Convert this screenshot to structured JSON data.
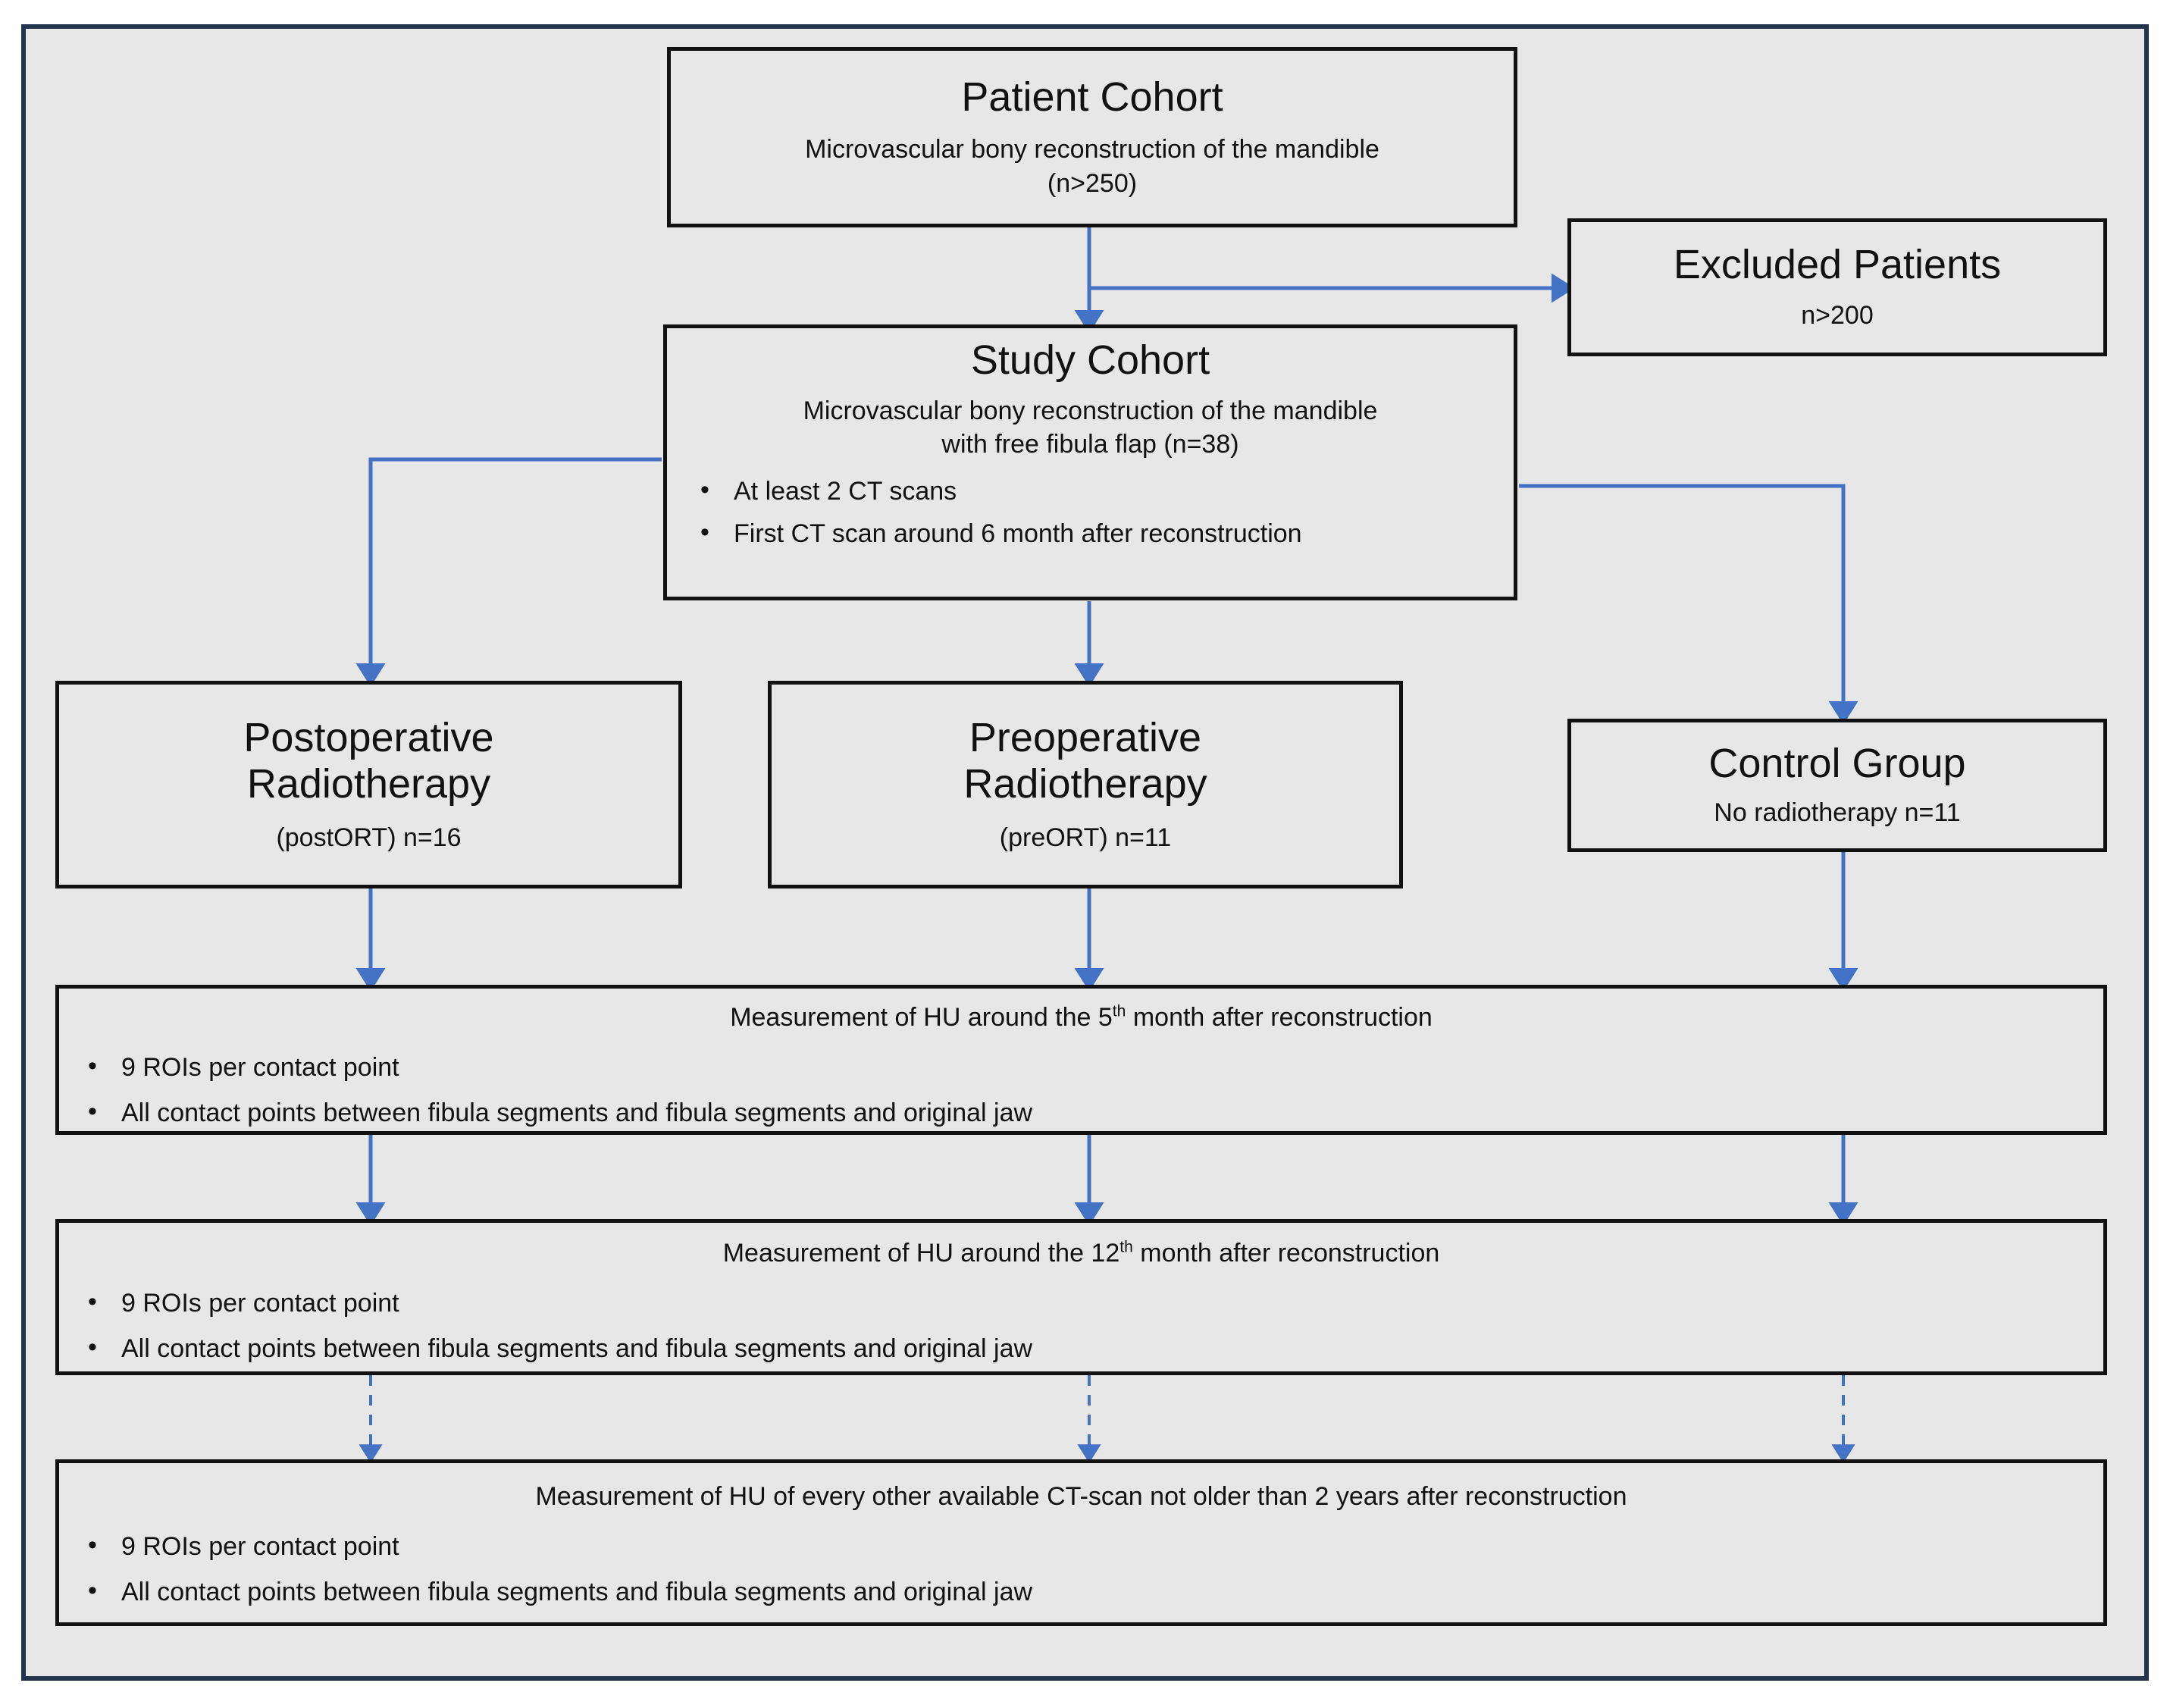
{
  "figure": {
    "type": "flowchart",
    "background_color": "#e7e7e7",
    "frame_color": "#25344d",
    "box_border_color": "#111111",
    "connector_color": "#4472c4"
  },
  "nodes": {
    "patient_cohort": {
      "title": "Patient Cohort",
      "subtitle": "Microvascular bony reconstruction of the mandible\n(n>250)"
    },
    "excluded_patients": {
      "title": "Excluded Patients",
      "subtitle": "n>200"
    },
    "study_cohort": {
      "title": "Study Cohort",
      "subtitle": "Microvascular bony reconstruction of the mandible\nwith free fibula flap (n=38)",
      "bullets": [
        "At least 2 CT scans",
        "First CT scan around 6 month after reconstruction"
      ]
    },
    "postoperative_radiotherapy": {
      "title": "Postoperative\nRadiotherapy",
      "subtitle": "(postORT) n=16"
    },
    "preoperative_radiotherapy": {
      "title": "Preoperative\nRadiotherapy",
      "subtitle": "(preORT) n=11"
    },
    "control_group": {
      "title": "Control Group",
      "subtitle": "No radiotherapy n=11"
    },
    "measurement_month_5": {
      "heading_prefix": "Measurement of HU around the 5",
      "heading_sup": "th",
      "heading_suffix": " month after reconstruction",
      "bullets": [
        "9 ROIs per contact point",
        "All contact points between fibula segments and fibula segments and original jaw"
      ]
    },
    "measurement_month_12": {
      "heading_prefix": "Measurement of HU around the 12",
      "heading_sup": "th",
      "heading_suffix": " month after reconstruction",
      "bullets": [
        "9 ROIs per contact point",
        "All contact points between fibula segments and fibula segments and original jaw"
      ]
    },
    "measurement_other_scans": {
      "heading": "Measurement of HU of every other available CT-scan not older than 2 years after reconstruction",
      "bullets": [
        "9 ROIs per contact point",
        "All contact points between fibula segments and fibula segments and original jaw"
      ]
    }
  },
  "connectors": [
    {
      "from": "patient_cohort",
      "to": "study_cohort",
      "style": "solid"
    },
    {
      "from": "patient_cohort",
      "to": "excluded_patients",
      "style": "solid"
    },
    {
      "from": "study_cohort",
      "to": "postoperative_radiotherapy",
      "style": "solid"
    },
    {
      "from": "study_cohort",
      "to": "preoperative_radiotherapy",
      "style": "solid"
    },
    {
      "from": "study_cohort",
      "to": "control_group",
      "style": "solid"
    },
    {
      "from": "postoperative_radiotherapy",
      "to": "measurement_month_5",
      "style": "solid"
    },
    {
      "from": "preoperative_radiotherapy",
      "to": "measurement_month_5",
      "style": "solid"
    },
    {
      "from": "control_group",
      "to": "measurement_month_5",
      "style": "solid"
    },
    {
      "from": "measurement_month_5",
      "to": "measurement_month_12",
      "style": "solid"
    },
    {
      "from": "measurement_month_12",
      "to": "measurement_other_scans",
      "style": "dashed"
    }
  ]
}
